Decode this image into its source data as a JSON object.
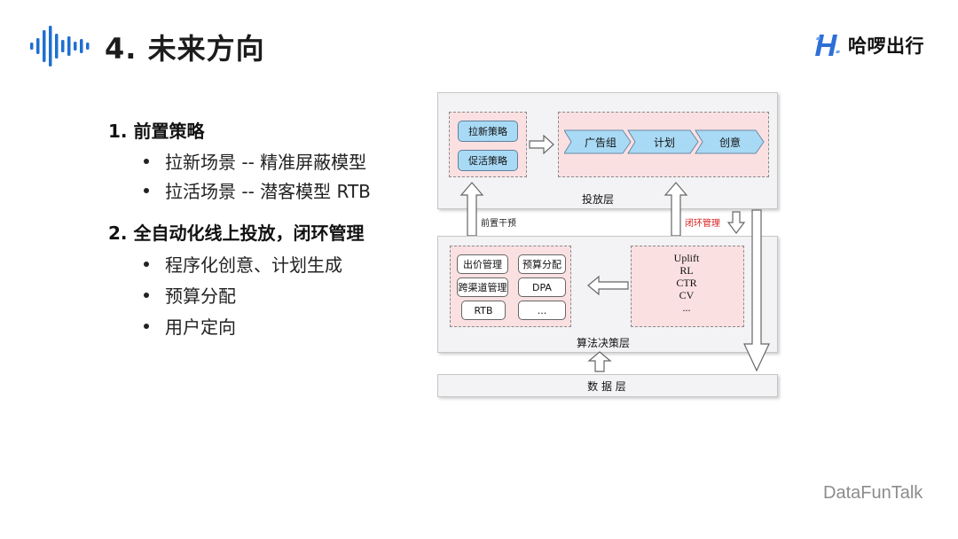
{
  "slide": {
    "title": "4. 未来方向",
    "brand": "哈啰出行",
    "footer": "DataFunTalk"
  },
  "sections": [
    {
      "heading": "1. 前置策略",
      "bullets": [
        "拉新场景 -- 精准屏蔽模型",
        "拉活场景 -- 潜客模型 RTB"
      ]
    },
    {
      "heading": "2. 全自动化线上投放，闭环管理",
      "bullets": [
        "程序化创意、计划生成",
        "预算分配",
        "用户定向"
      ]
    }
  ],
  "diagram": {
    "strategy_items": [
      "拉新策略",
      "促活策略"
    ],
    "ad_chain": [
      "广告组",
      "计划",
      "创意"
    ],
    "delivery_layer_label": "投放层",
    "pre_intervention_label": "前置干预",
    "closed_loop_label": "闭环管理",
    "algo_modules": [
      "出价管理",
      "预算分配",
      "跨渠道管理",
      "DPA",
      "RTB",
      "..."
    ],
    "models": [
      "Uplift",
      "RL",
      "CTR",
      "CV",
      "..."
    ],
    "algo_layer_label": "算法决策层",
    "data_layer_label": "数 据 层"
  },
  "colors": {
    "accent_blue": "#1f6fd1",
    "chevron_blue": "#a9daf5",
    "pink_box": "#fbe0e2",
    "closed_loop_red": "#d6211f"
  },
  "icons": {
    "logo": "soundwave-icon",
    "brand": "hellobike-h-icon",
    "bullet": "bullet-dot-icon"
  }
}
